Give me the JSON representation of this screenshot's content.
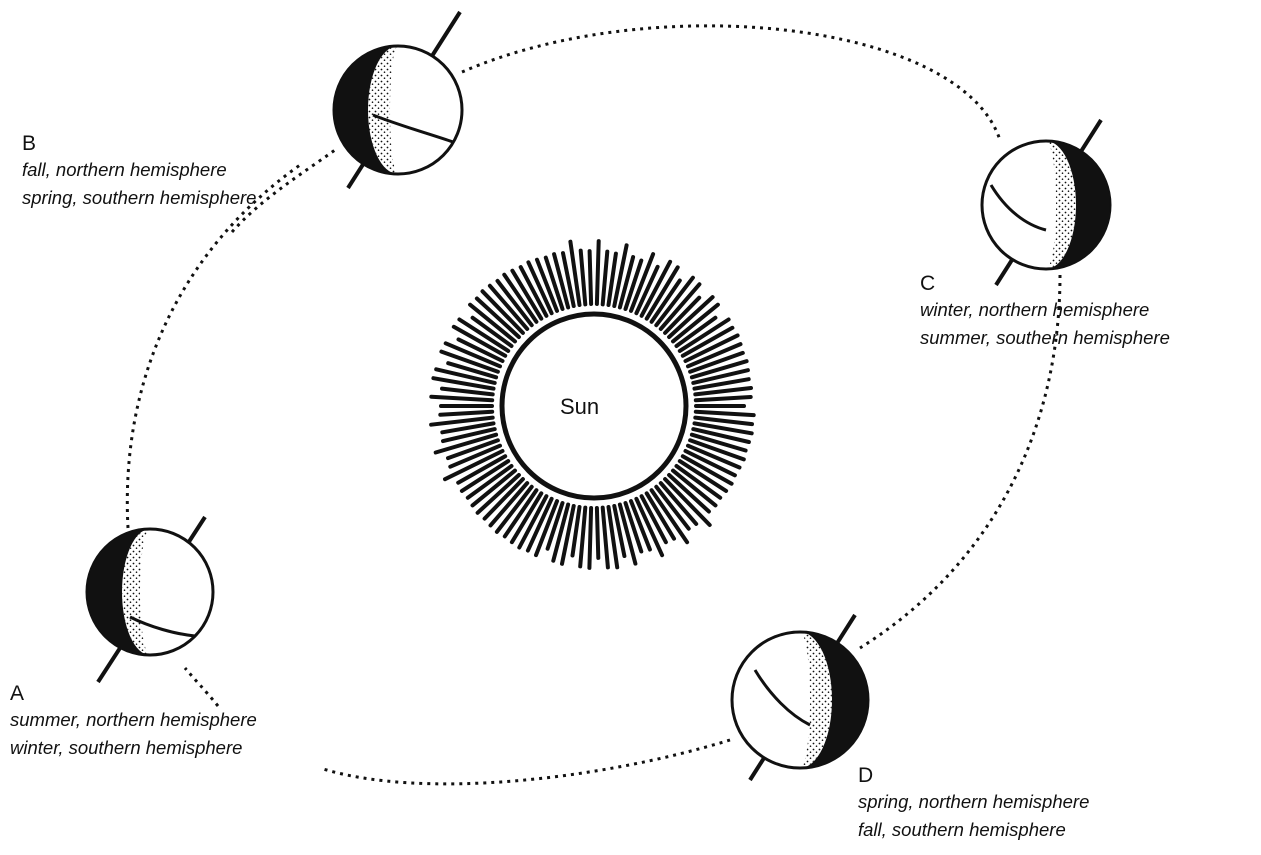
{
  "sun": {
    "label": "Sun"
  },
  "positions": [
    {
      "id": "A",
      "letter": "A",
      "lines": [
        "summer, northern hemisphere",
        "winter, southern hemisphere"
      ]
    },
    {
      "id": "B",
      "letter": "B",
      "lines": [
        "fall, northern hemisphere",
        "spring, southern hemisphere"
      ]
    },
    {
      "id": "C",
      "letter": "C",
      "lines": [
        "winter, northern hemisphere",
        "summer, southern hemisphere"
      ]
    },
    {
      "id": "D",
      "letter": "D",
      "lines": [
        "spring, northern hemisphere",
        "fall, southern hemisphere"
      ]
    }
  ],
  "colors": {
    "ink": "#111111",
    "background": "#ffffff"
  }
}
